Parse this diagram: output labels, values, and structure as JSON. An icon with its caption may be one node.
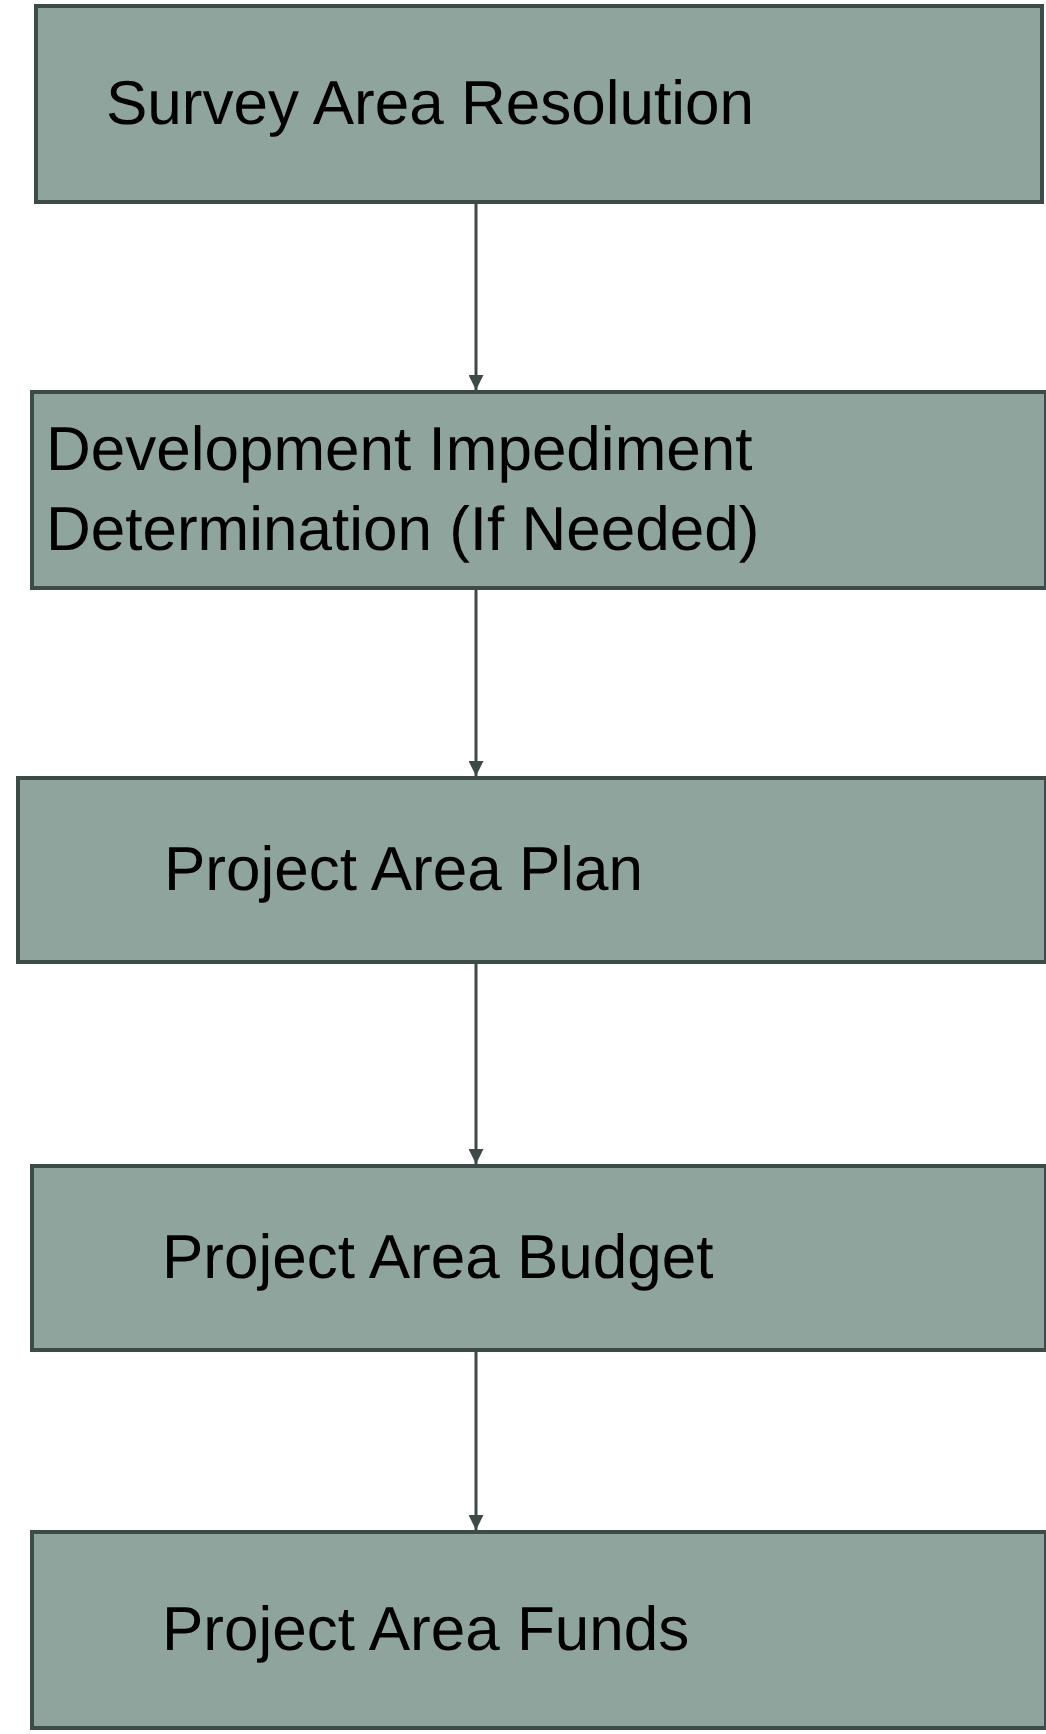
{
  "diagram": {
    "nodes": [
      {
        "text": [
          "Survey Area Resolution"
        ]
      },
      {
        "text": [
          "Development Impediment Determination (If Needed)"
        ]
      },
      {
        "text": [
          "Project Area Plan"
        ]
      },
      {
        "text": [
          "Project Area Budget"
        ]
      },
      {
        "text": [
          "Project Area Funds"
        ]
      }
    ],
    "edges": [
      {
        "from": 0,
        "to": 1,
        "arrow": "to"
      },
      {
        "from": 1,
        "to": 2,
        "arrow": "to"
      },
      {
        "from": 2,
        "to": 3,
        "arrow": "to"
      },
      {
        "from": 3,
        "to": 4,
        "arrow": "to"
      }
    ]
  }
}
